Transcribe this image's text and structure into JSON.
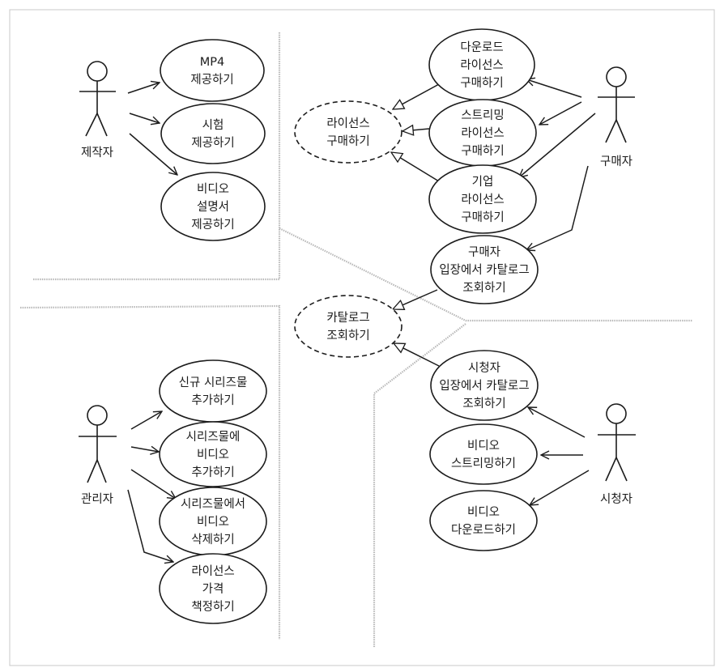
{
  "actors": {
    "producer": "제작자",
    "buyer": "구매자",
    "admin": "관리자",
    "viewer": "시청자"
  },
  "usecases": {
    "mp4": [
      "MP4",
      "제공하기"
    ],
    "trial": [
      "시험",
      "제공하기"
    ],
    "manual": [
      "비디오",
      "설명서",
      "제공하기"
    ],
    "license_abstract": [
      "라이선스",
      "구매하기"
    ],
    "download_license": [
      "다운로드",
      "라이선스",
      "구매하기"
    ],
    "streaming_license": [
      "스트리밍",
      "라이선스",
      "구매하기"
    ],
    "enterprise_license": [
      "기업",
      "라이선스",
      "구매하기"
    ],
    "buyer_catalog": [
      "구매자",
      "입장에서 카탈로그",
      "조회하기"
    ],
    "catalog_abstract": [
      "카탈로그",
      "조회하기"
    ],
    "viewer_catalog": [
      "시청자",
      "입장에서 카탈로그",
      "조회하기"
    ],
    "video_streaming": [
      "비디오",
      "스트리밍하기"
    ],
    "video_download": [
      "비디오",
      "다운로드하기"
    ],
    "new_series": [
      "신규 시리즈물",
      "추가하기"
    ],
    "add_video": [
      "시리즈물에",
      "비디오",
      "추가하기"
    ],
    "delete_video": [
      "시리즈물에서",
      "비디오",
      "삭제하기"
    ],
    "pricing": [
      "라이선스",
      "가격",
      "책정하기"
    ]
  }
}
